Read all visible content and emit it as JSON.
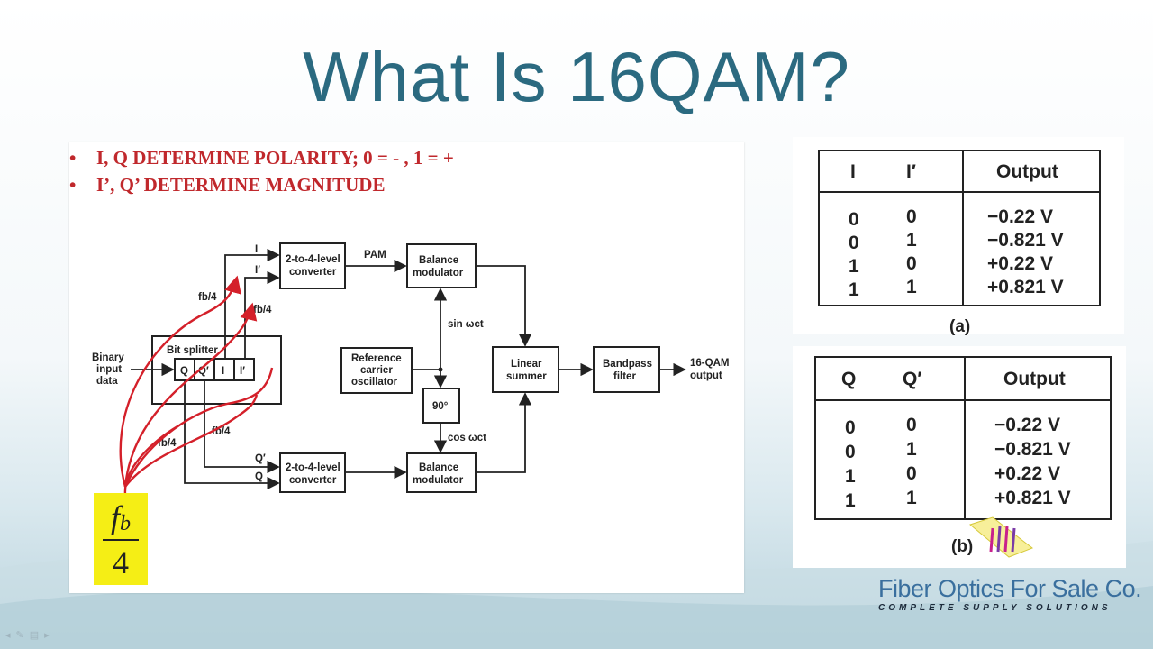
{
  "slide": {
    "title": "What Is 16QAM?"
  },
  "bullets": [
    {
      "marker": "•",
      "text": "I, Q DETERMINE POLARITY; 0 = - , 1 = +"
    },
    {
      "marker": "•",
      "text": "I’, Q’ DETERMINE MAGNITUDE"
    }
  ],
  "diagram": {
    "input_label": [
      "Binary",
      "input",
      "data"
    ],
    "bit_splitter_label": "Bit splitter",
    "splitter_cells": [
      "Q",
      "Q′",
      "I",
      "I′"
    ],
    "converter_top": [
      "2-to-4-level",
      "converter"
    ],
    "converter_bottom": [
      "2-to-4-level",
      "converter"
    ],
    "modulator_top": [
      "Balance",
      "modulator"
    ],
    "modulator_bottom": [
      "Balance",
      "modulator"
    ],
    "oscillator": [
      "Reference",
      "carrier",
      "oscillator"
    ],
    "phase_shift": "90°",
    "summer": [
      "Linear",
      "summer"
    ],
    "filter": [
      "Bandpass",
      "filter"
    ],
    "output_label": [
      "16-QAM",
      "output"
    ],
    "signal_I": "I",
    "signal_Iprime": "I′",
    "signal_Q": "Q",
    "signal_Qprime": "Q′",
    "pam_label": "PAM",
    "sin_label": "sin ωct",
    "cos_label": "cos ωct",
    "fb4_labels": [
      "fb/4",
      "fb/4",
      "fb/4",
      "fb/4"
    ]
  },
  "fb4_box": {
    "numerator": "f",
    "subscript": "b",
    "denominator": "4"
  },
  "table_a": {
    "headers": [
      "I",
      "I′",
      "Output"
    ],
    "rows": [
      [
        "0",
        "0",
        "−0.22 V"
      ],
      [
        "0",
        "1",
        "−0.821 V"
      ],
      [
        "1",
        "0",
        "+0.22 V"
      ],
      [
        "1",
        "1",
        "+0.821 V"
      ]
    ],
    "caption": "(a)"
  },
  "table_b": {
    "headers": [
      "Q",
      "Q′",
      "Output"
    ],
    "rows": [
      [
        "0",
        "0",
        "−0.22 V"
      ],
      [
        "0",
        "1",
        "−0.821 V"
      ],
      [
        "1",
        "0",
        "+0.22 V"
      ],
      [
        "1",
        "1",
        "+0.821 V"
      ]
    ],
    "caption": "(b)"
  },
  "logo": {
    "name": "Fiber Optics For Sale Co.",
    "tagline": "COMPLETE SUPPLY SOLUTIONS"
  },
  "colors": {
    "title": "#2b6a80",
    "bullet": "#c0282c",
    "highlight": "#f5ee15",
    "red_arrows": "#d4202a"
  }
}
